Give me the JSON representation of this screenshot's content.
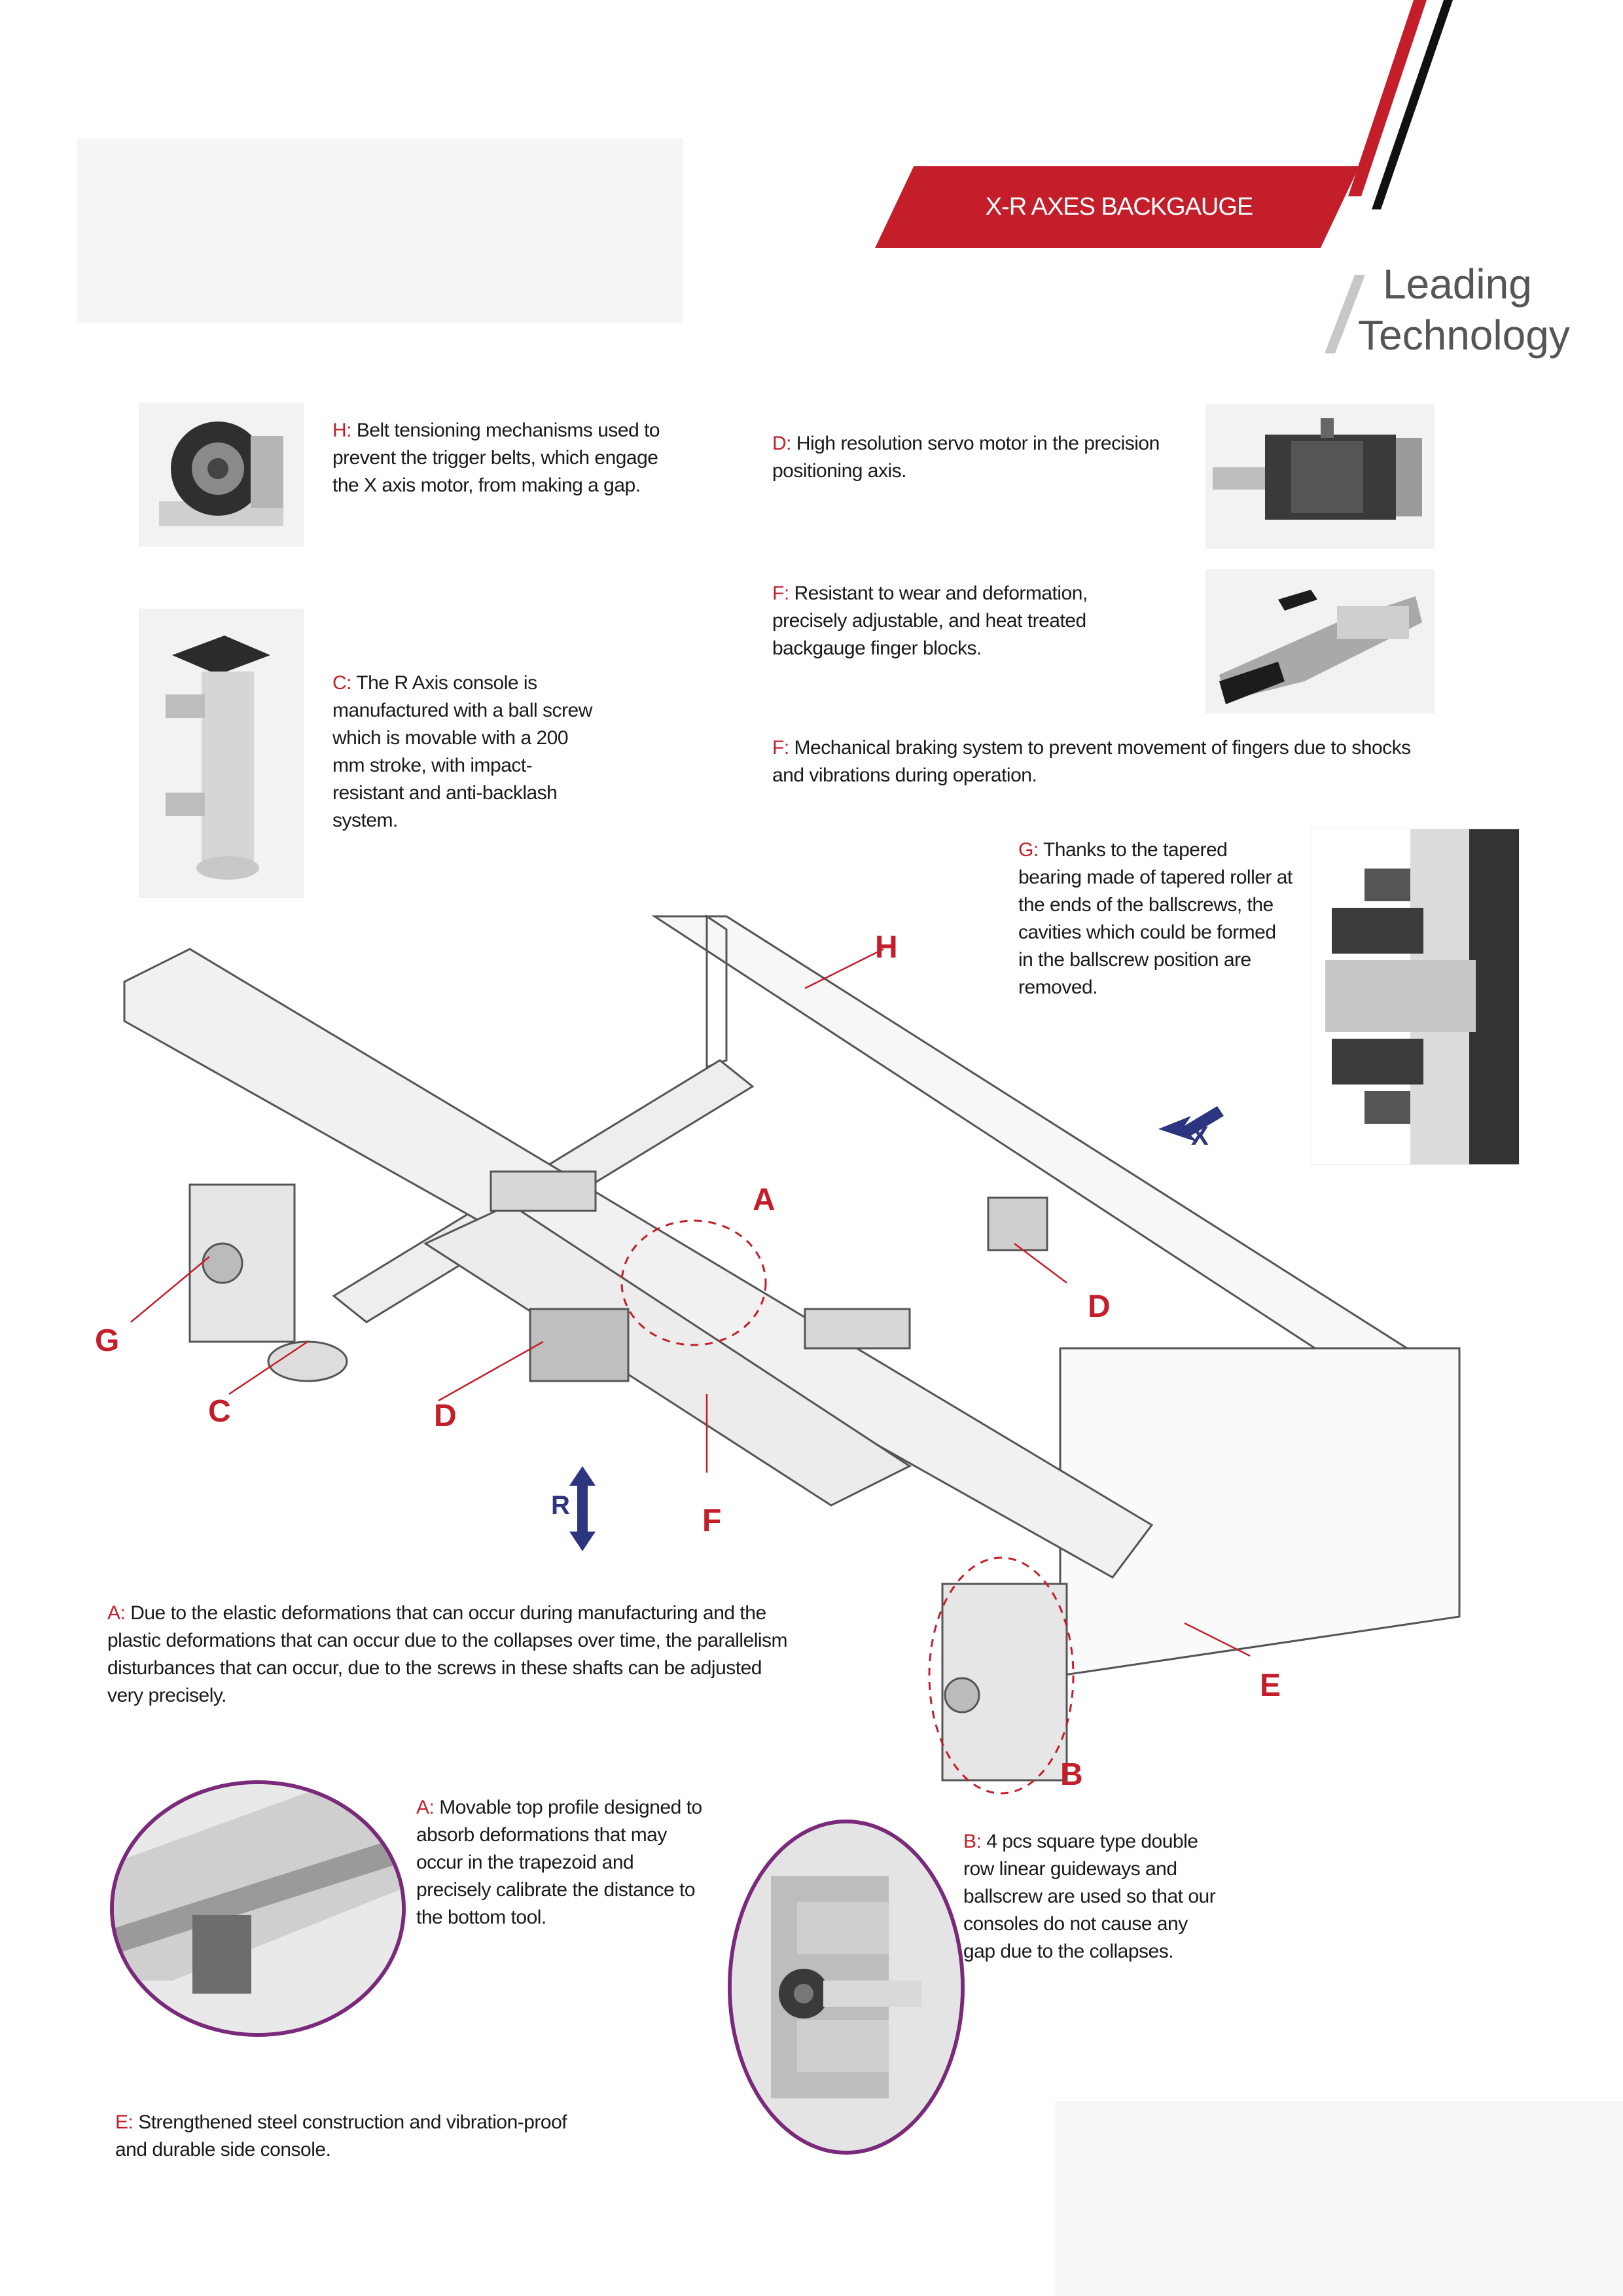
{
  "header": {
    "banner_title": "X-R AXES BACKGAUGE",
    "tagline_line1": "Leading",
    "tagline_line2": "Technology",
    "brand_red": "#c41e2a",
    "stripe_black": "#111111",
    "stripe_gray": "#c8c8c8"
  },
  "features": {
    "H": {
      "letter": "H:",
      "text": "Belt tensioning mechanisms used to prevent the trigger belts, which engage the X axis motor, from making a gap."
    },
    "D": {
      "letter": "D:",
      "text": "High resolution servo motor in the precision positioning axis."
    },
    "C": {
      "letter": "C:",
      "text": "The R Axis console is manufactured with a ball screw which is movable with a 200 mm stroke, with impact-resistant and anti-backlash system."
    },
    "F1": {
      "letter": "F:",
      "text": "Resistant to wear and deformation, precisely adjustable, and heat treated backgauge finger blocks."
    },
    "F2": {
      "letter": "F:",
      "text": "Mechanical braking system to prevent movement of fingers due to shocks and vibrations during operation."
    },
    "G": {
      "letter": "G:",
      "text": "Thanks to the tapered bearing made of tapered roller at the ends of the ballscrews, the cavities which could be formed in the ballscrew position are removed."
    },
    "A_main": {
      "letter": "A:",
      "text": "Due to the elastic deformations that can occur during manufacturing and the plastic deformations that can occur due to the collapses over time, the parallelism disturbances that can occur, due to the screws in these shafts can be adjusted very precisely."
    },
    "A_detail": {
      "letter": "A:",
      "text": "Movable top profile designed to absorb deformations that may occur in the trapezoid and precisely calibrate the distance to the bottom tool."
    },
    "B": {
      "letter": "B:",
      "text": "4 pcs square type double row linear guideways and ballscrew are used so that our consoles do not cause any gap due to the collapses."
    },
    "E": {
      "letter": "E:",
      "text": "Strengthened steel construction and vibration-proof and durable side console."
    }
  },
  "diagram": {
    "callouts": [
      "H",
      "A",
      "D",
      "G",
      "C",
      "D",
      "F",
      "E",
      "B"
    ],
    "axis_x": "X",
    "axis_r": "R",
    "callout_color": "#c41e2a",
    "axis_color": "#2e3580",
    "zoom_ring_color": "#7a2a7a"
  },
  "icons": [
    "belt-tensioner-photo",
    "servo-motor-photo",
    "r-axis-console-photo",
    "finger-block-photo",
    "tapered-bearing-section",
    "top-profile-zoom",
    "guideway-zoom"
  ]
}
